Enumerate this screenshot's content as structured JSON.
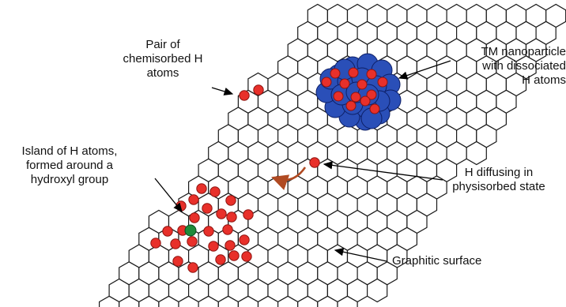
{
  "diagram": {
    "labels": {
      "chemisorbed_pair": [
        "Pair of",
        "chemisorbed H",
        "atoms"
      ],
      "hydrogen_island": [
        "Island of H atoms,",
        "formed around a",
        "hydroxyl group"
      ],
      "tm_nanoparticle": [
        "TM nanoparticle",
        "with dissociated",
        "H atoms"
      ],
      "h_diffusing": [
        "H diffusing in",
        "physisorbed state"
      ],
      "graphitic_surface": [
        "Graphitic surface"
      ]
    },
    "colors": {
      "lattice": "#1a1a1a",
      "h_atom": "#e8302a",
      "h_atom_edge": "#8e1410",
      "metal_atom": "#2a4fb8",
      "metal_atom_edge": "#0d1f66",
      "hydroxyl": "#1f8a3a",
      "diffusion_arrow": "#b04a22",
      "pointer": "#000000"
    }
  }
}
